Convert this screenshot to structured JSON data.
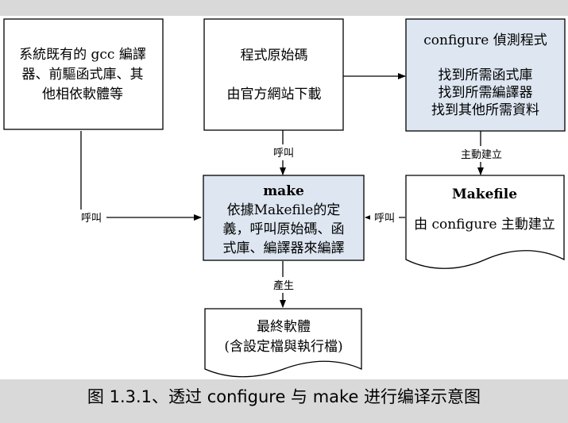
{
  "colors": {
    "shaded": "#dde6f1",
    "plain": "#ffffff",
    "stroke": "#000000",
    "caption_bg": "#d9d9d9"
  },
  "nodes": {
    "gcc": {
      "lines": [
        "系統既有的 gcc 編譯",
        "器、前驅函式庫、其",
        "他相依軟體等"
      ]
    },
    "source": {
      "lines": [
        "程式原始碼",
        "由官方網站下載"
      ]
    },
    "configure": {
      "lines": [
        "configure 偵測程式",
        "找到所需函式庫",
        "找到所需編譯器",
        "找到其他所需資料"
      ]
    },
    "make": {
      "lines": [
        "make",
        "依據Makefile的定",
        "義，呼叫原始碼、函",
        "式庫、編譯器來編譯"
      ]
    },
    "makefile": {
      "lines": [
        "Makefile",
        "由 configure 主動建立"
      ]
    },
    "final": {
      "lines": [
        "最終軟體",
        "(含設定檔與執行檔)"
      ]
    }
  },
  "edges": {
    "gcc_to_make": "呼叫",
    "source_to_make": "呼叫",
    "configure_to_makefile": "主動建立",
    "makefile_to_make": "呼叫",
    "make_to_final": "產生"
  },
  "caption": "图 1.3.1、透过 configure 与 make 进行编译示意图"
}
